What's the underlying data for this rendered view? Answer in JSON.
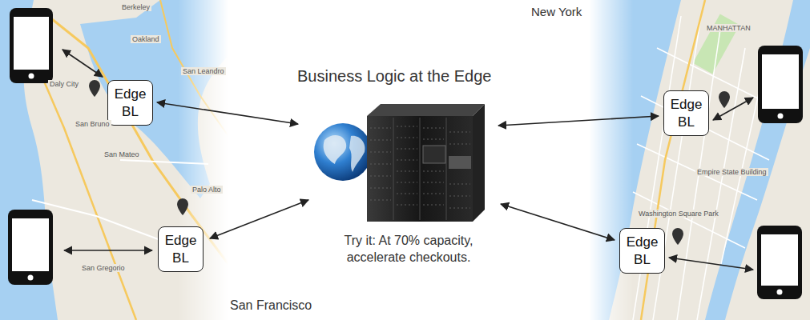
{
  "diagram": {
    "title": "Business Logic at the Edge",
    "nodes": [
      {
        "text": [
          "Edge BL"
        ]
      },
      {
        "text": [
          "Edge BL"
        ]
      },
      {
        "text": [
          "Edge BL"
        ]
      },
      {
        "text": [
          "Edge BL"
        ]
      }
    ],
    "labels": [
      "Try it: At 70% capacity, accelerate checkouts.",
      "San Francisco",
      "New York",
      "Berkeley",
      "Oakland",
      "San Leandro",
      "Daly City",
      "San Bruno",
      "San Mateo",
      "Palo Alto",
      "San Gregorio",
      "MANHATTAN",
      "Empire State Building",
      "Washington Square Park"
    ]
  }
}
